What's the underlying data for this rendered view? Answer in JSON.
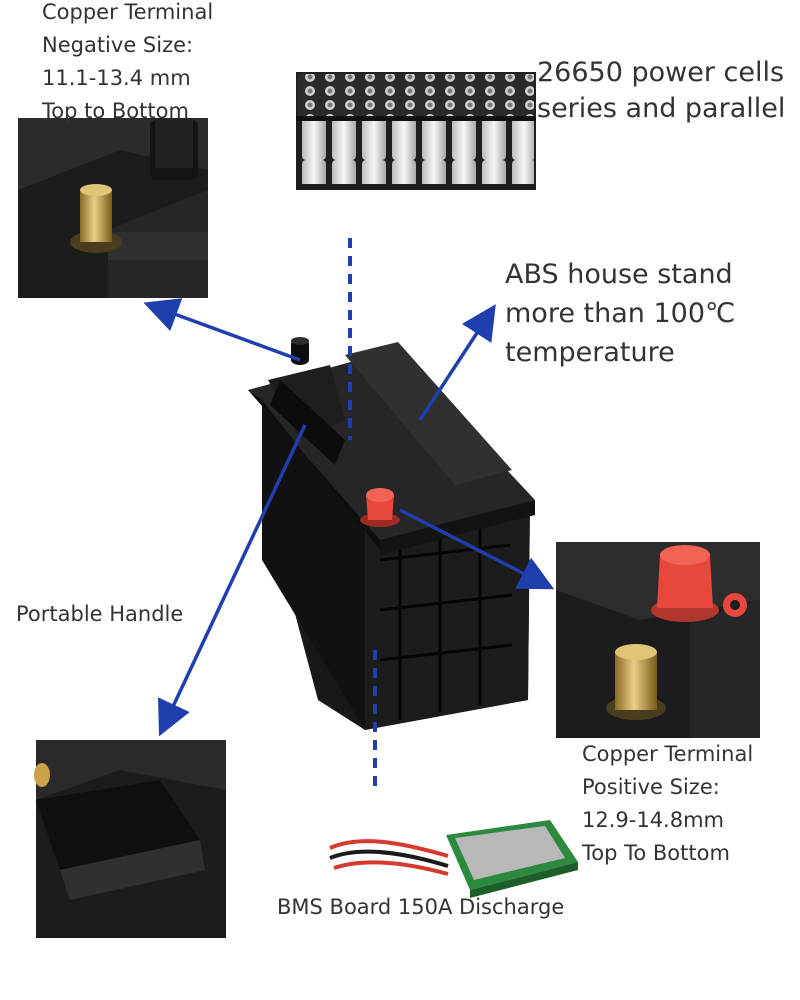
{
  "labels": {
    "negative_terminal": [
      "Copper Terminal",
      "Negative Size:",
      "11.1-13.4 mm",
      "Top to Bottom"
    ],
    "cells": [
      "26650 power cells",
      "series and parallel"
    ],
    "abs_house": [
      "ABS house stand",
      "more than 100℃",
      "temperature"
    ],
    "handle": "Portable Handle",
    "positive_terminal": [
      "Copper Terminal",
      "Positive Size:",
      "12.9-14.8mm",
      "Top To Bottom"
    ],
    "bms": "BMS Board 150A Discharge"
  },
  "colors": {
    "arrow": "#1f3fae",
    "battery": "#1b1b1b",
    "red_cap": "#e8473c",
    "copper": "#c9a24a",
    "cell": "#e8e8e8"
  }
}
